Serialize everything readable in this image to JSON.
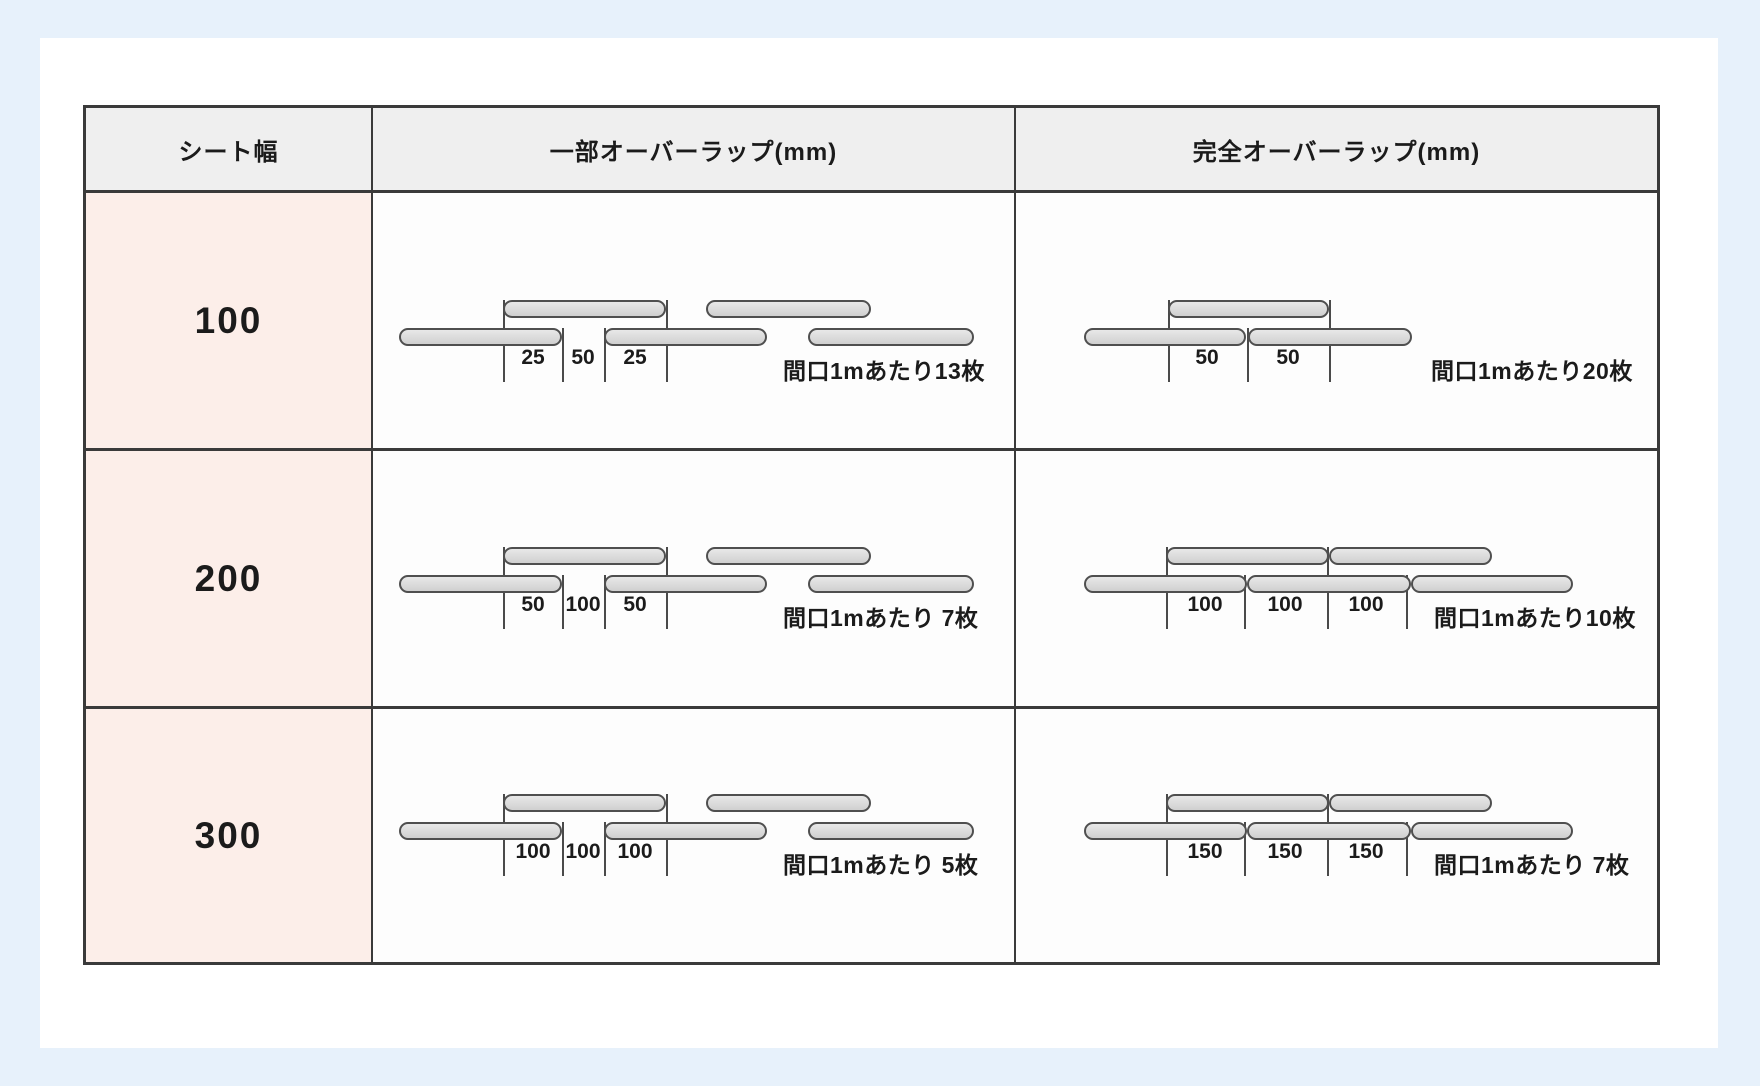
{
  "colors": {
    "page_background": "#e7f1fb",
    "card_background": "#ffffff",
    "header_background": "#efefef",
    "sheet_column_background": "#fceee9",
    "table_border": "#3a3a3a",
    "bar_fill": "#d9d9d9",
    "bar_outline": "#4f4f4f",
    "text": "#1b1b1b"
  },
  "table": {
    "headers": [
      {
        "label": "シート幅"
      },
      {
        "label": "一部オーバーラップ(mm)"
      },
      {
        "label": "完全オーバーラップ(mm)"
      }
    ],
    "rows": [
      {
        "sheet_width": "100",
        "partial": {
          "type": "partial",
          "dims": [
            "25",
            "50",
            "25"
          ],
          "note": "間口1mあたり13枚"
        },
        "full": {
          "type": "full-single",
          "dims": [
            "50",
            "50"
          ],
          "note": "間口1mあたり20枚"
        }
      },
      {
        "sheet_width": "200",
        "partial": {
          "type": "partial",
          "dims": [
            "50",
            "100",
            "50"
          ],
          "note": "間口1mあたり 7枚"
        },
        "full": {
          "type": "full-triple",
          "dims": [
            "100",
            "100",
            "100"
          ],
          "note": "間口1mあたり10枚"
        }
      },
      {
        "sheet_width": "300",
        "partial": {
          "type": "partial",
          "dims": [
            "100",
            "100",
            "100"
          ],
          "note": "間口1mあたり 5枚"
        },
        "full": {
          "type": "full-triple",
          "dims": [
            "150",
            "150",
            "150"
          ],
          "note": "間口1mあたり 7枚"
        }
      }
    ]
  }
}
